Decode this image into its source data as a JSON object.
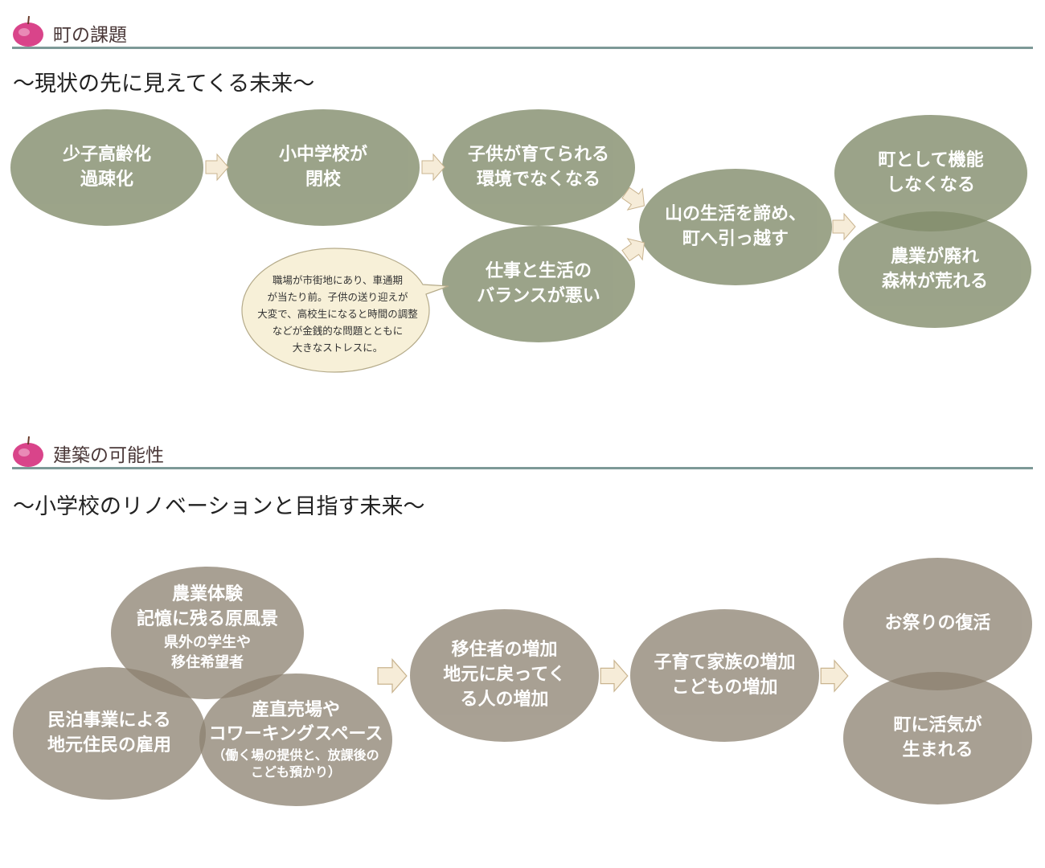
{
  "section1": {
    "title": "町の課題",
    "subtitle": "～現状の先に見えてくる未来～",
    "nodes": [
      {
        "lines": [
          "少子高齢化",
          "過疎化"
        ]
      },
      {
        "lines": [
          "小中学校が",
          "閉校"
        ]
      },
      {
        "lines": [
          "子供が育てられる",
          "環境でなくなる"
        ]
      },
      {
        "lines": [
          "仕事と生活の",
          "バランスが悪い"
        ]
      },
      {
        "lines": [
          "山の生活を諦め、",
          "町へ引っ越す"
        ]
      },
      {
        "lines": [
          "町として機能",
          "しなくなる"
        ]
      },
      {
        "lines": [
          "農業が廃れ",
          "森林が荒れる"
        ]
      }
    ],
    "bubble": {
      "lines": [
        "職場が市街地にあり、車通期",
        "が当たり前。子供の送り迎えが",
        "大変で、高校生になると時間の調整",
        "などが金銭的な問題とともに",
        "大きなストレスに。"
      ]
    }
  },
  "section2": {
    "title": "建築の可能性",
    "subtitle": "～小学校のリノベーションと目指す未来～",
    "nodes": [
      {
        "lines": [
          "農業体験",
          "記憶に残る原風景",
          "県外の学生や",
          "移住希望者"
        ]
      },
      {
        "lines": [
          "民泊事業による",
          "地元住民の雇用"
        ]
      },
      {
        "lines": [
          "産直売場や",
          "コワーキングスペース",
          "（働く場の提供と、放課後の",
          "こども預かり）"
        ]
      },
      {
        "lines": [
          "移住者の増加",
          "地元に戻ってく",
          "る人の増加"
        ]
      },
      {
        "lines": [
          "子育て家族の増加",
          "こどもの増加"
        ]
      },
      {
        "lines": [
          "お祭りの復活"
        ]
      },
      {
        "lines": [
          "町に活気が",
          "生まれる"
        ]
      }
    ]
  },
  "colors": {
    "green": "#9ca489",
    "grey": "#a69e94",
    "rule": "#7d9997",
    "arrow_fill": "#f6ecd8",
    "arrow_stroke": "#c9b48f"
  }
}
